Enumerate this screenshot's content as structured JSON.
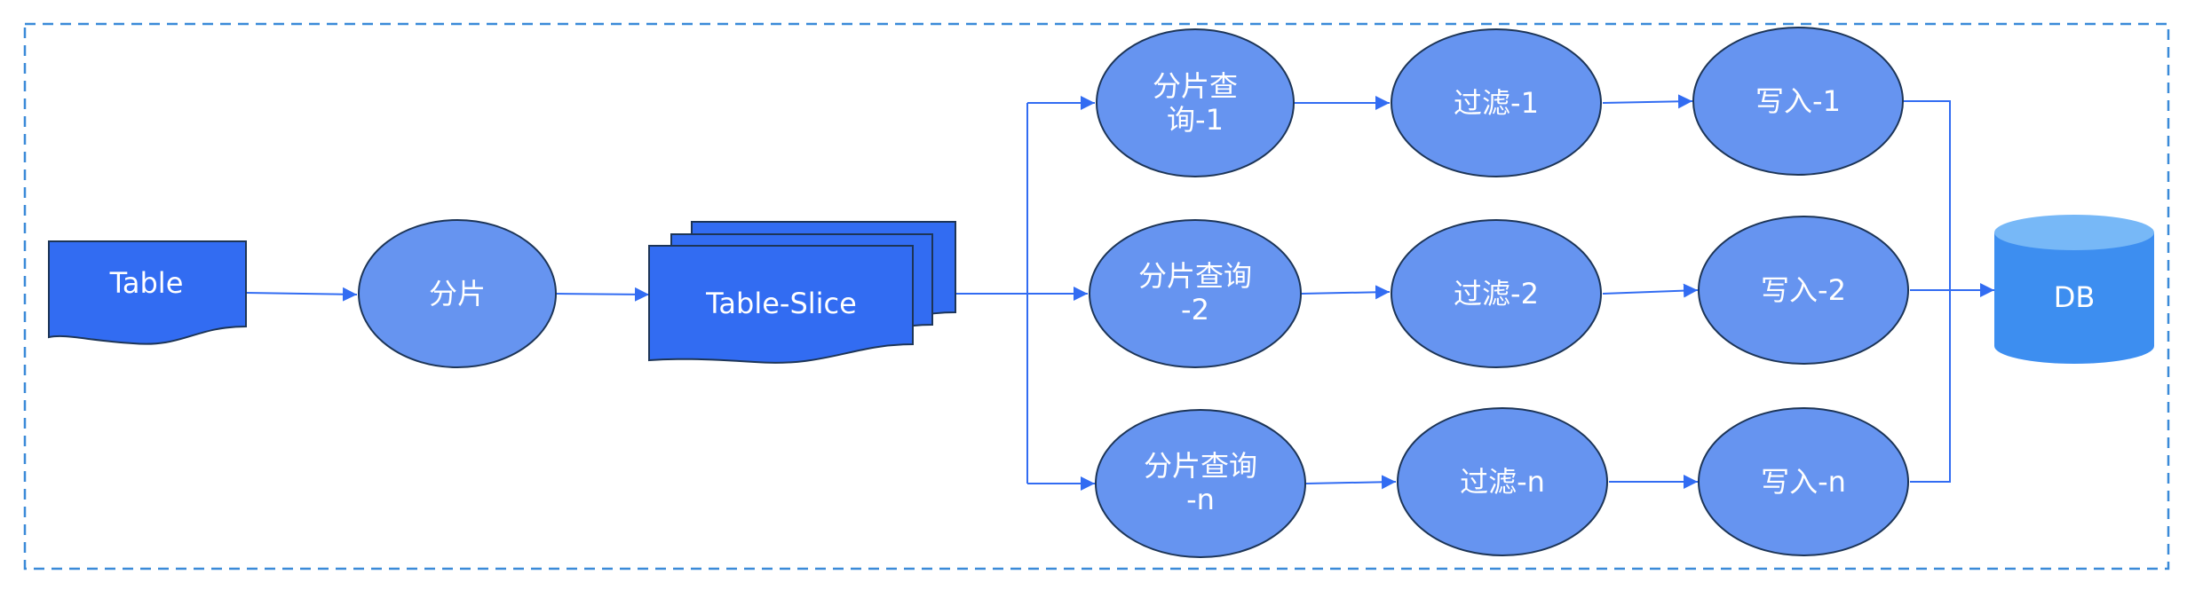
{
  "colors": {
    "accent": "#326cf2",
    "node_fill": "#6694f0",
    "node_stroke": "#1d3557",
    "edge": "#326cf2",
    "boundary": "#3a8ad8",
    "db_body": "#3d8ef0",
    "db_top": "#77b8f7",
    "text": "#ffffff"
  },
  "nodes": {
    "table": {
      "label": "Table"
    },
    "split": {
      "label": "分片"
    },
    "table_slice": {
      "label": "Table-Slice"
    },
    "query_1": {
      "label": [
        "分片查",
        "询-1"
      ]
    },
    "query_2": {
      "label": [
        "分片查询",
        "-2"
      ]
    },
    "query_n": {
      "label": [
        "分片查询",
        "-n"
      ]
    },
    "filter_1": {
      "label": "过滤-1"
    },
    "filter_2": {
      "label": "过滤-2"
    },
    "filter_n": {
      "label": "过滤-n"
    },
    "write_1": {
      "label": "写入-1"
    },
    "write_2": {
      "label": "写入-2"
    },
    "write_n": {
      "label": "写入-n"
    },
    "db": {
      "label": "DB"
    }
  },
  "edges": [
    [
      "table",
      "split"
    ],
    [
      "split",
      "table_slice"
    ],
    [
      "table_slice",
      "query_1"
    ],
    [
      "table_slice",
      "query_2"
    ],
    [
      "table_slice",
      "query_n"
    ],
    [
      "query_1",
      "filter_1"
    ],
    [
      "query_2",
      "filter_2"
    ],
    [
      "query_n",
      "filter_n"
    ],
    [
      "filter_1",
      "write_1"
    ],
    [
      "filter_2",
      "write_2"
    ],
    [
      "filter_n",
      "write_n"
    ],
    [
      "write_1",
      "db"
    ],
    [
      "write_2",
      "db"
    ],
    [
      "write_n",
      "db"
    ]
  ]
}
